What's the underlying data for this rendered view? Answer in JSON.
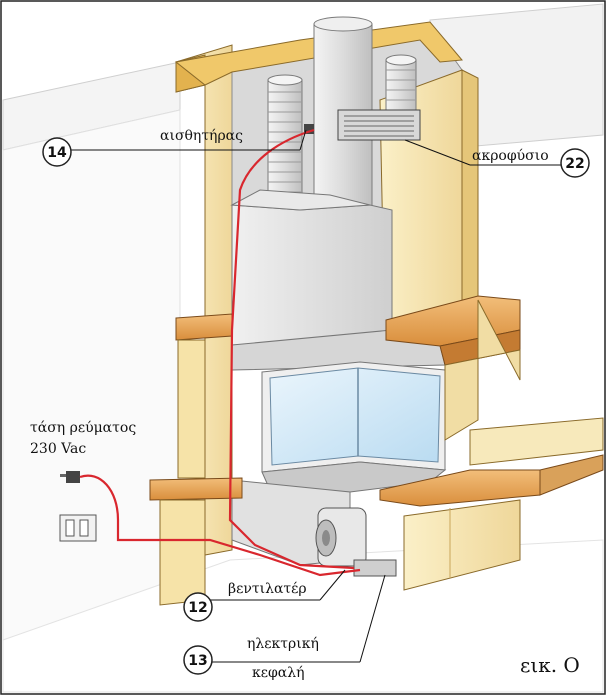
{
  "figure": {
    "caption": "εικ. Ο",
    "callouts": [
      {
        "number": "14",
        "label": "αισθητήρας"
      },
      {
        "number": "22",
        "label": "ακροφύσιο"
      },
      {
        "number": "12",
        "label": "βεντιλατέρ"
      },
      {
        "number": "13",
        "label_line1": "ηλεκτρική",
        "label_line2": "κεφαλή"
      }
    ],
    "power_label_line1": "τάση ρεύματος",
    "power_label_line2": "230 Vac"
  },
  "colors": {
    "wire": "#d9272e",
    "wood": "#e8a55a",
    "board": "#f6e6b0",
    "glass": "#cfe6f5",
    "pipe": "#e4e4e4"
  }
}
